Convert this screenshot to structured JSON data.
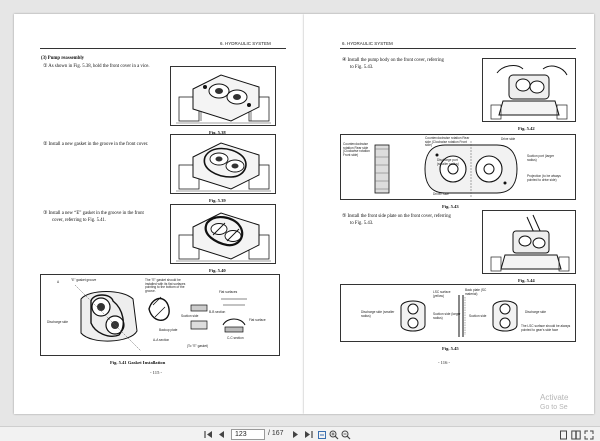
{
  "left_page": {
    "header": "6.  HYDRAULIC SYSTEM",
    "section_title": "(3)  Pump reassembly",
    "step1": "①  As shown in Fig. 5.38, hold the front cover in a vice.",
    "fig538": "Fig. 5.38",
    "step2": "②  Install a new gasket in the groove in the front cover.",
    "fig539": "Fig. 5.39",
    "step3_line1": "③  Install a new “E” gasket in the groove in the front",
    "step3_line2": "cover, referring to Fig. 5.41.",
    "fig540": "Fig. 5.40",
    "fig541": "Fig. 5.41   Gasket Installation",
    "page_number": "- 115 -",
    "fig541_labels": {
      "a": "A",
      "e_gasket": "\"E\" gasket groove",
      "note": "The \"E\" gasket should be installed with its flat surfaces pointing to the bottom of the groove.",
      "flat_surface_1": "Flat surfaces",
      "discharge": "Discharge side",
      "suction": "Suction side",
      "backup": "Backup plate",
      "bb": "B-B section",
      "flat_surface_2": "Flat surface",
      "aa": "A-A section",
      "e_section": "(To \"E\" gasket)",
      "cc": "C-C section"
    }
  },
  "right_page": {
    "header": "6.  HYDRAULIC SYSTEM",
    "step4_line1": "④  Install the pump body on the front cover, referring",
    "step4_line2": "to Fig. 5.43.",
    "fig542": "Fig. 5.42",
    "fig543": "Fig. 5.43",
    "step5_line1": "⑤  Install the front side plate on the front cover, referring",
    "step5_line2": "to Fig. 5.43.",
    "fig544": "Fig. 5.44",
    "fig545": "Fig. 5.45",
    "page_number": "- 116 -",
    "fig543_labels": {
      "ccw": "Counterclockwise rotation Rear side (Clockwise rotation Front side)",
      "ccw2": "Counterclockwise rotation Rear side (Clockwise rotation Front side)",
      "drive": "Drive side",
      "discharge_port": "Discharge port (smaller radius)",
      "suction_port": "Suction port (larger radius)",
      "projection": "Projection (to be always pointed to drive side)",
      "driven": "Driven side"
    },
    "fig545_labels": {
      "lsc": "LSC surface (yellow)",
      "back": "Back plate (SC material)",
      "discharge": "Discharge side (smaller radius)",
      "suction": "Suction side (larger radius)",
      "suction2": "Suction side",
      "discharge2": "Discharge side",
      "note": "The LSC surface should be always pointed to gear's side face"
    }
  },
  "toolbar": {
    "current_page": "123",
    "total_pages": "/ 167",
    "first_icon": "first-page-icon",
    "prev_icon": "prev-page-icon",
    "next_icon": "next-page-icon",
    "last_icon": "last-page-icon"
  },
  "watermark": {
    "line1": "Activate",
    "line2": "Go to Se"
  }
}
